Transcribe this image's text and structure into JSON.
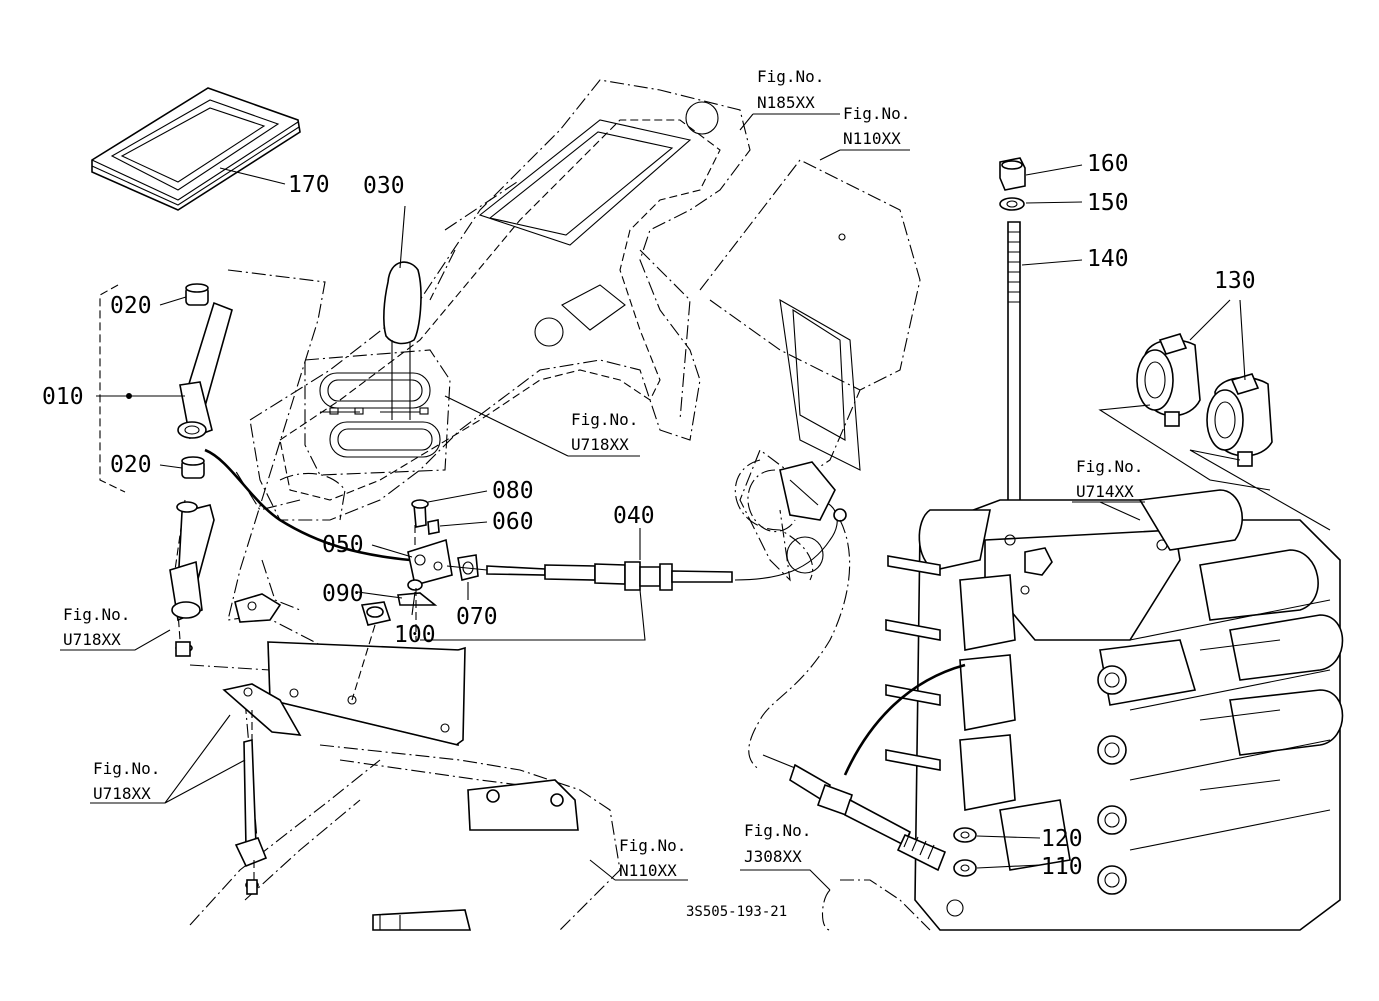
{
  "diagram_code": "3S505-193-21",
  "parts": [
    {
      "id": "010"
    },
    {
      "id": "020a",
      "label": "020"
    },
    {
      "id": "020b",
      "label": "020"
    },
    {
      "id": "030"
    },
    {
      "id": "040"
    },
    {
      "id": "050"
    },
    {
      "id": "060"
    },
    {
      "id": "070"
    },
    {
      "id": "080"
    },
    {
      "id": "090"
    },
    {
      "id": "100"
    },
    {
      "id": "110"
    },
    {
      "id": "120"
    },
    {
      "id": "130"
    },
    {
      "id": "140"
    },
    {
      "id": "150"
    },
    {
      "id": "160"
    },
    {
      "id": "170"
    }
  ],
  "figure_refs": [
    {
      "prefix": "Fig.No.",
      "code": "N185XX"
    },
    {
      "prefix": "Fig.No.",
      "code": "N110XX"
    },
    {
      "prefix": "Fig.No.",
      "code": "U718XX"
    },
    {
      "prefix": "Fig.No.",
      "code": "U714XX"
    },
    {
      "prefix": "Fig.No.",
      "code": "U718XX"
    },
    {
      "prefix": "Fig.No.",
      "code": "U718XX"
    },
    {
      "prefix": "Fig.No.",
      "code": "N110XX"
    },
    {
      "prefix": "Fig.No.",
      "code": "J308XX"
    }
  ]
}
